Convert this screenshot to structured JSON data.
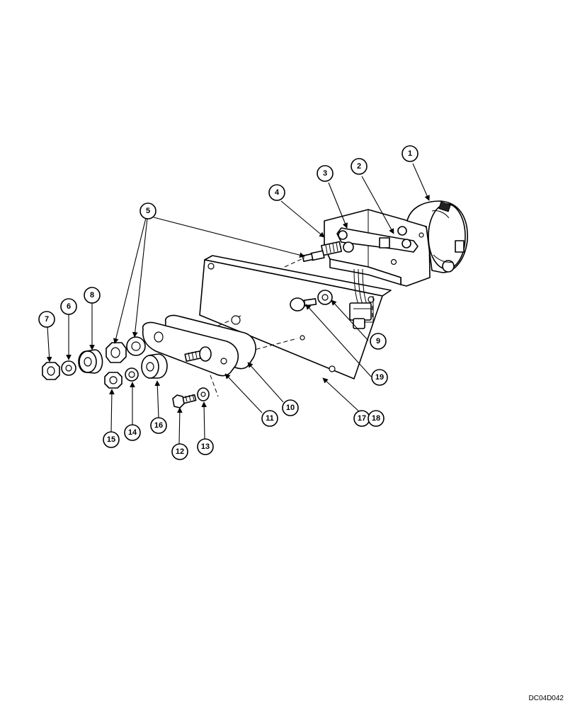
{
  "diagram": {
    "drawing_code": "DC04D042",
    "callouts": [
      {
        "id": "c1",
        "label": "1"
      },
      {
        "id": "c2",
        "label": "2"
      },
      {
        "id": "c3",
        "label": "3"
      },
      {
        "id": "c4",
        "label": "4"
      },
      {
        "id": "c5",
        "label": "5"
      },
      {
        "id": "c6",
        "label": "6"
      },
      {
        "id": "c7",
        "label": "7"
      },
      {
        "id": "c8",
        "label": "8"
      },
      {
        "id": "c9",
        "label": "9"
      },
      {
        "id": "c10",
        "label": "10"
      },
      {
        "id": "c11",
        "label": "11"
      },
      {
        "id": "c12",
        "label": "12"
      },
      {
        "id": "c13",
        "label": "13"
      },
      {
        "id": "c14",
        "label": "14"
      },
      {
        "id": "c15",
        "label": "15"
      },
      {
        "id": "c16",
        "label": "16"
      },
      {
        "id": "c17",
        "label": "17"
      },
      {
        "id": "c18",
        "label": "18"
      },
      {
        "id": "c19",
        "label": "19"
      }
    ]
  }
}
